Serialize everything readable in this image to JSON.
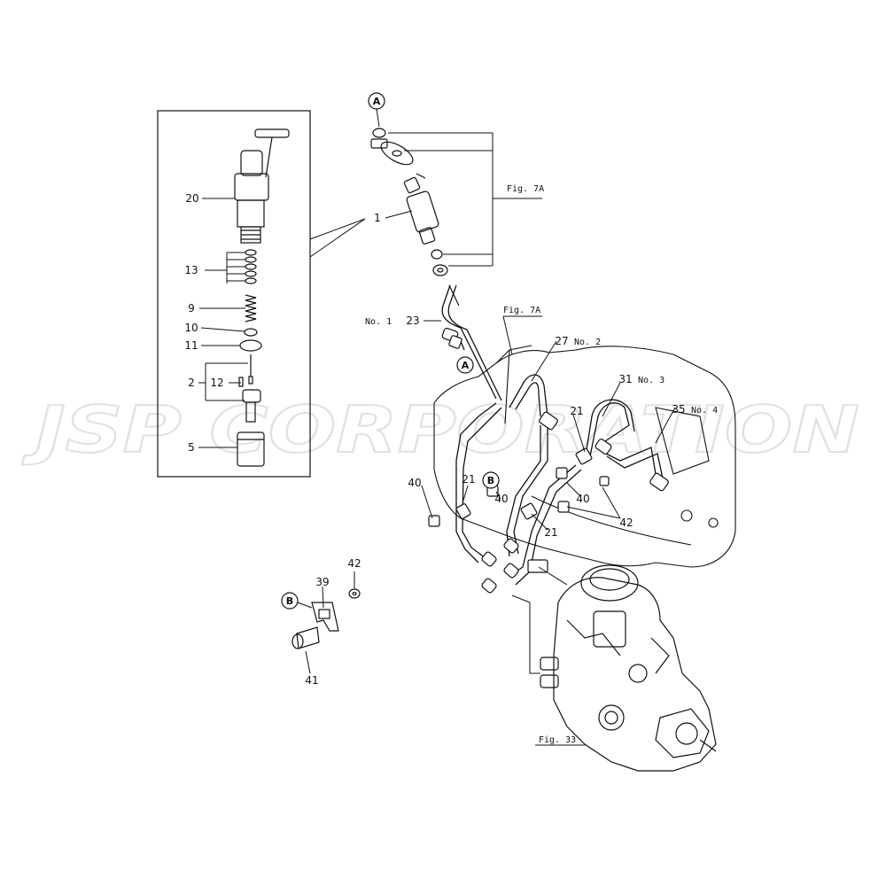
{
  "watermark": {
    "text": "JSP CORPORATION"
  },
  "callouts": {
    "n1": "1",
    "n2": "2",
    "n5": "5",
    "n9": "9",
    "n10": "10",
    "n11": "11",
    "n12": "12",
    "n13": "13",
    "n20": "20",
    "n21a": "21",
    "n21b": "21",
    "n21c": "21",
    "n23": "23",
    "n27": "27",
    "n31": "31",
    "n35": "35",
    "n39": "39",
    "n40a": "40",
    "n40b": "40",
    "n40c": "40",
    "n41": "41",
    "n42a": "42",
    "n42b": "42"
  },
  "circle_labels": {
    "a_top": "A",
    "a_mid": "A",
    "b_mid": "B",
    "b_left": "B"
  },
  "cylinder_labels": {
    "no1": "No. 1",
    "no2": "No. 2",
    "no3": "No. 3",
    "no4": "No. 4"
  },
  "fig_refs": {
    "fig7a_top": "Fig. 7A",
    "fig7a_mid": "Fig. 7A",
    "fig33": "Fig. 33"
  },
  "colors": {
    "line": "#111111",
    "watermark": "#d8d8d8"
  }
}
